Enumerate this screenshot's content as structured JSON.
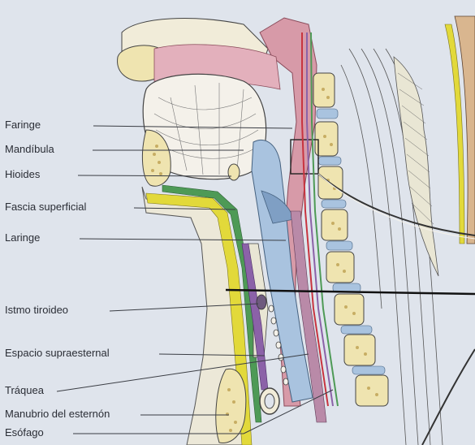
{
  "labels": [
    {
      "key": "faringe",
      "text": "Faringe"
    },
    {
      "key": "mandibula",
      "text": "Mandíbula"
    },
    {
      "key": "hioides",
      "text": "Hioides"
    },
    {
      "key": "fascia",
      "text": "Fascia superficial"
    },
    {
      "key": "laringe",
      "text": "Laringe"
    },
    {
      "key": "istmo",
      "text": "Istmo tiroideo"
    },
    {
      "key": "espacio",
      "text": "Espacio supraesternal"
    },
    {
      "key": "traquea",
      "text": "Tráquea"
    },
    {
      "key": "manubrio",
      "text": "Manubrio del esternón"
    },
    {
      "key": "esofago",
      "text": "Esófago"
    }
  ],
  "colors": {
    "background": "#dfe4ec",
    "skin": "#e9e6d4",
    "bone": "#efe4b0",
    "marrow": "#c7ad63",
    "airway": "#a9c3df",
    "airway_dark": "#7f9fc4",
    "pharynx_wall": "#d79aa8",
    "fascia_yellow": "#e2d93a",
    "fascia_green": "#4e9a56",
    "muscle_violet": "#8b62a8",
    "line": "#3a3d44"
  }
}
